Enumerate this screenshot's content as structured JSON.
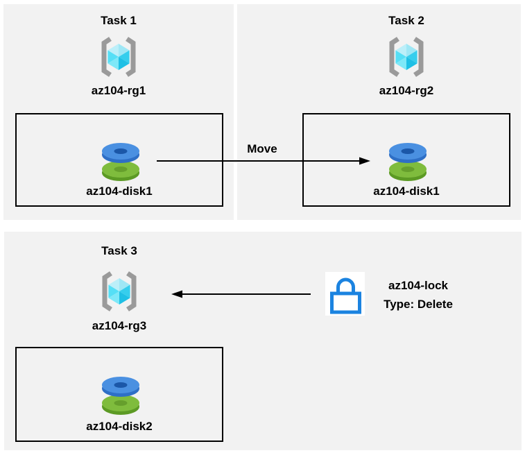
{
  "diagram": {
    "panels": {
      "task1": {
        "title": "Task 1",
        "resource_group_label": "az104-rg1",
        "disk_label": "az104-disk1"
      },
      "task2": {
        "title": "Task 2",
        "resource_group_label": "az104-rg2",
        "disk_label": "az104-disk1"
      },
      "task3": {
        "title": "Task 3",
        "resource_group_label": "az104-rg3",
        "disk_label": "az104-disk2",
        "lock_name": "az104-lock",
        "lock_type": "Type: Delete"
      }
    },
    "arrows": {
      "move": {
        "label": "Move",
        "direction": "right"
      },
      "lock": {
        "direction": "left"
      }
    },
    "icons": {
      "resource_group": "resource-group-icon",
      "disk": "disk-icon",
      "lock": "lock-icon"
    },
    "colors": {
      "panel_bg": "#f2f2f2",
      "box_border": "#000000",
      "bracket_gray": "#9a9a9a",
      "cube_top_left": "#bceff9",
      "cube_top_right": "#9fe7f5",
      "cube_left_upper": "#55dff6",
      "cube_left_lower": "#7ee8f8",
      "cube_right_upper": "#36ceed",
      "cube_right_lower": "#1fc0e5",
      "disk_blue_top": "#4a90e1",
      "disk_blue_side": "#2e6fc6",
      "disk_blue_hole": "#1b57a8",
      "disk_green_top": "#7fbc3d",
      "disk_green_side": "#5c9a24",
      "disk_green_hole": "#669f2c",
      "lock_blue": "#1b83e0",
      "arrow_color": "#000000",
      "text_color": "#000000"
    }
  }
}
